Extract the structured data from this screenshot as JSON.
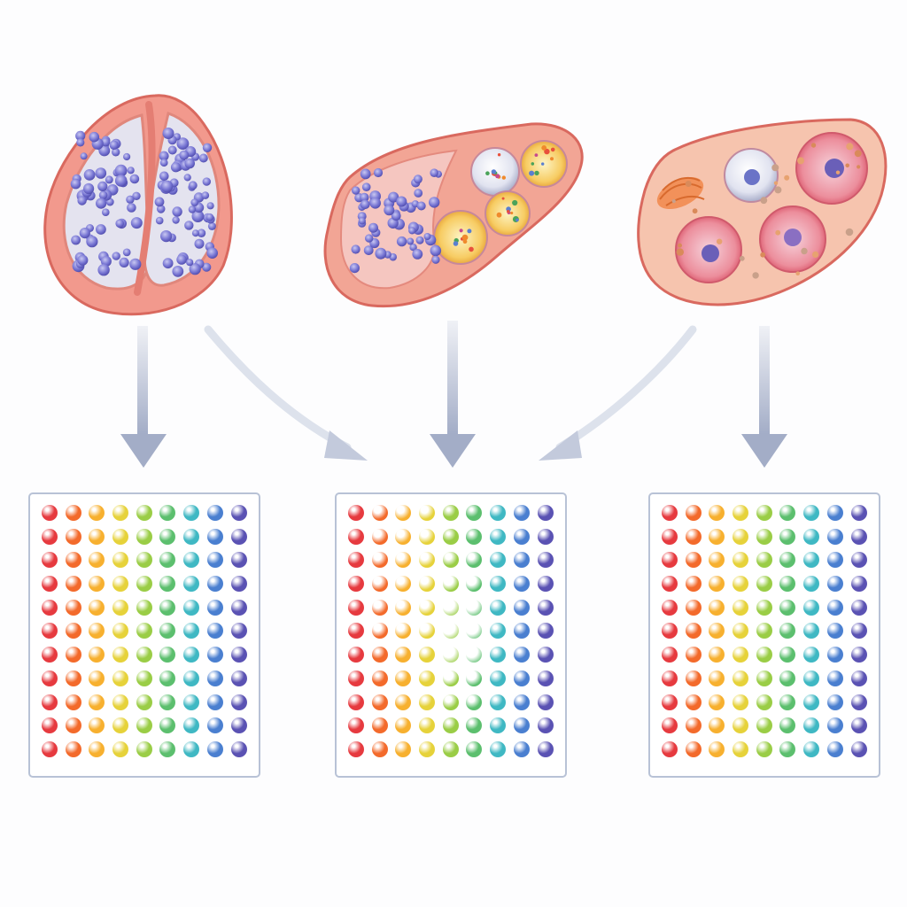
{
  "diagram": {
    "tissues": [
      {
        "name": "tissue-section-1",
        "icon": "lobed-tissue-icon"
      },
      {
        "name": "tissue-section-2",
        "icon": "mixed-tissue-icon"
      },
      {
        "name": "tissue-section-3",
        "icon": "cellular-tissue-icon"
      }
    ],
    "grids": [
      {
        "rows": 11,
        "columns": 9,
        "faded": false
      },
      {
        "rows": 11,
        "columns": 9,
        "faded": true
      },
      {
        "rows": 11,
        "columns": 9,
        "faded": false
      }
    ],
    "colors": {
      "tissue_outline": "#e8756b",
      "tissue_fill": "#f6b6a2",
      "arrow": "#a3adc7",
      "panel_border": "#b8c2d6",
      "spectrum": [
        "#e63a3f",
        "#f36a2b",
        "#f7b02f",
        "#e6d23a",
        "#9acd46",
        "#5cbf6e",
        "#3fb8c3",
        "#4a7fd0",
        "#5a52b3"
      ]
    }
  }
}
